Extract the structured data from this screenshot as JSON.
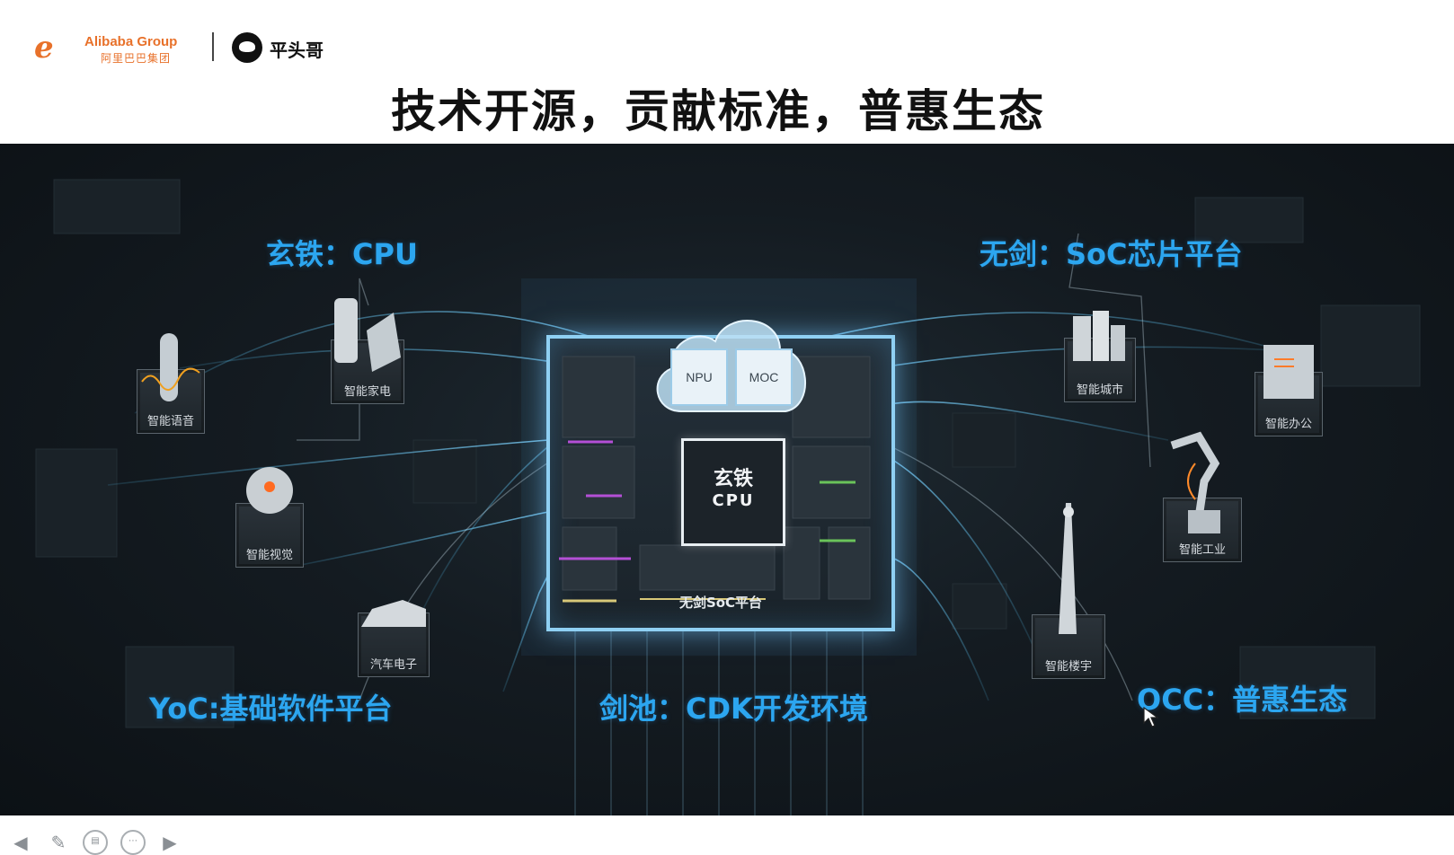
{
  "header": {
    "alibaba_mark": "e",
    "alibaba_en": "Alibaba Group",
    "alibaba_cn": "阿里巴巴集团",
    "partner_name": "平头哥",
    "title": "技术开源，贡献标准，普惠生态"
  },
  "labels": {
    "cpu": "玄铁：CPU",
    "soc": "无剑：SoC芯片平台",
    "yoc": "YoC:基础软件平台",
    "cdk": "剑池：CDK开发环境",
    "occ": "OCC：普惠生态"
  },
  "chip": {
    "npu": "NPU",
    "moc": "MOC",
    "core_name": "玄铁",
    "core_type": "CPU",
    "platform": "无剑SoC平台"
  },
  "devices": {
    "voice": "智能语音",
    "appliance": "智能家电",
    "vision": "智能视觉",
    "auto": "汽车电子",
    "city": "智能城市",
    "office": "智能办公",
    "industry": "智能工业",
    "building": "智能楼宇"
  },
  "colors": {
    "accent_label": "#2ca6f0",
    "glow": "#8fd0f3",
    "brand_orange": "#e8712a"
  },
  "toolbar_icons": [
    "arrow-left-icon",
    "pen-icon",
    "slides-icon",
    "more-icon",
    "arrow-right-icon"
  ]
}
